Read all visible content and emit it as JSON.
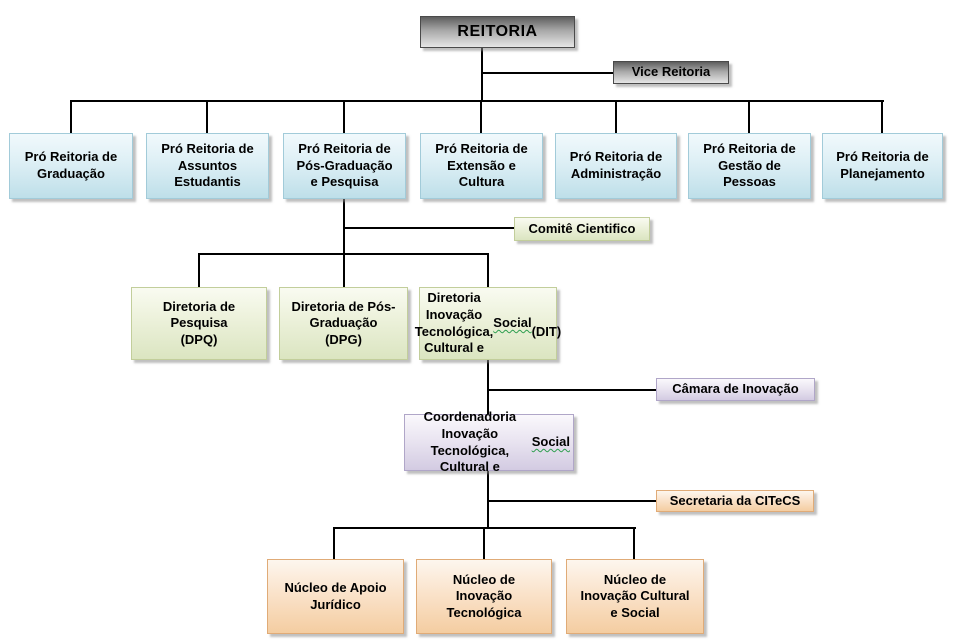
{
  "org": {
    "reitoria": {
      "label": "REITORIA"
    },
    "vice_reitoria": {
      "label": "Vice Reitoria"
    },
    "pro_reitorias": [
      {
        "label": "Pró Reitoria de\nGraduação"
      },
      {
        "label": "Pró Reitoria de\nAssuntos\nEstudantis"
      },
      {
        "label": "Pró Reitoria de\nPós-Graduação\ne Pesquisa"
      },
      {
        "label": "Pró Reitoria de\nExtensão e\nCultura"
      },
      {
        "label": "Pró Reitoria de\nAdministração"
      },
      {
        "label": "Pró Reitoria de\nGestão de\nPessoas"
      },
      {
        "label": "Pró Reitoria de\nPlanejamento"
      }
    ],
    "comite_cientifico": {
      "label": "Comitê Cientifico"
    },
    "diretorias": [
      {
        "label": "Diretoria de\nPesquisa\n(DPQ)"
      },
      {
        "label": "Diretoria de Pós-\nGraduação\n(DPG)"
      },
      {
        "label": "Diretoria Inovação\nTecnológica,\nCultural e Social\n(DIT)",
        "squiggle_word": "Social"
      }
    ],
    "camara_inovacao": {
      "label": "Câmara de Inovação"
    },
    "coordenadoria": {
      "label": "Coordenadoria\nInovação Tecnológica,\nCultural e Social",
      "squiggle_word": "Social"
    },
    "secretaria": {
      "label": "Secretaria da CITeCS"
    },
    "nucleos": [
      {
        "label": "Núcleo de Apoio\nJurídico"
      },
      {
        "label": "Núcleo de\nInovação\nTecnológica"
      },
      {
        "label": "Núcleo de\nInovação Cultural\ne Social"
      }
    ]
  },
  "colors": {
    "gray_box_top": "#5e5e5e",
    "gray_box_bottom": "#e6e6e6",
    "blue_box_top": "#f1f9fc",
    "blue_box_bottom": "#bedfe9",
    "blue_border": "#a2cbd9",
    "green_box_top": "#f9fbf1",
    "green_box_bottom": "#dbe5c1",
    "green_border": "#c2ce9b",
    "purple_box_top": "#faf8fc",
    "purple_box_bottom": "#d3cbe2",
    "purple_border": "#b0a6c8",
    "orange_box_top": "#fdf6ee",
    "orange_box_bottom": "#f4cda1",
    "orange_border": "#e0ab77",
    "connector_line": "#000000",
    "squiggle_underline": "#2e9e4f"
  }
}
